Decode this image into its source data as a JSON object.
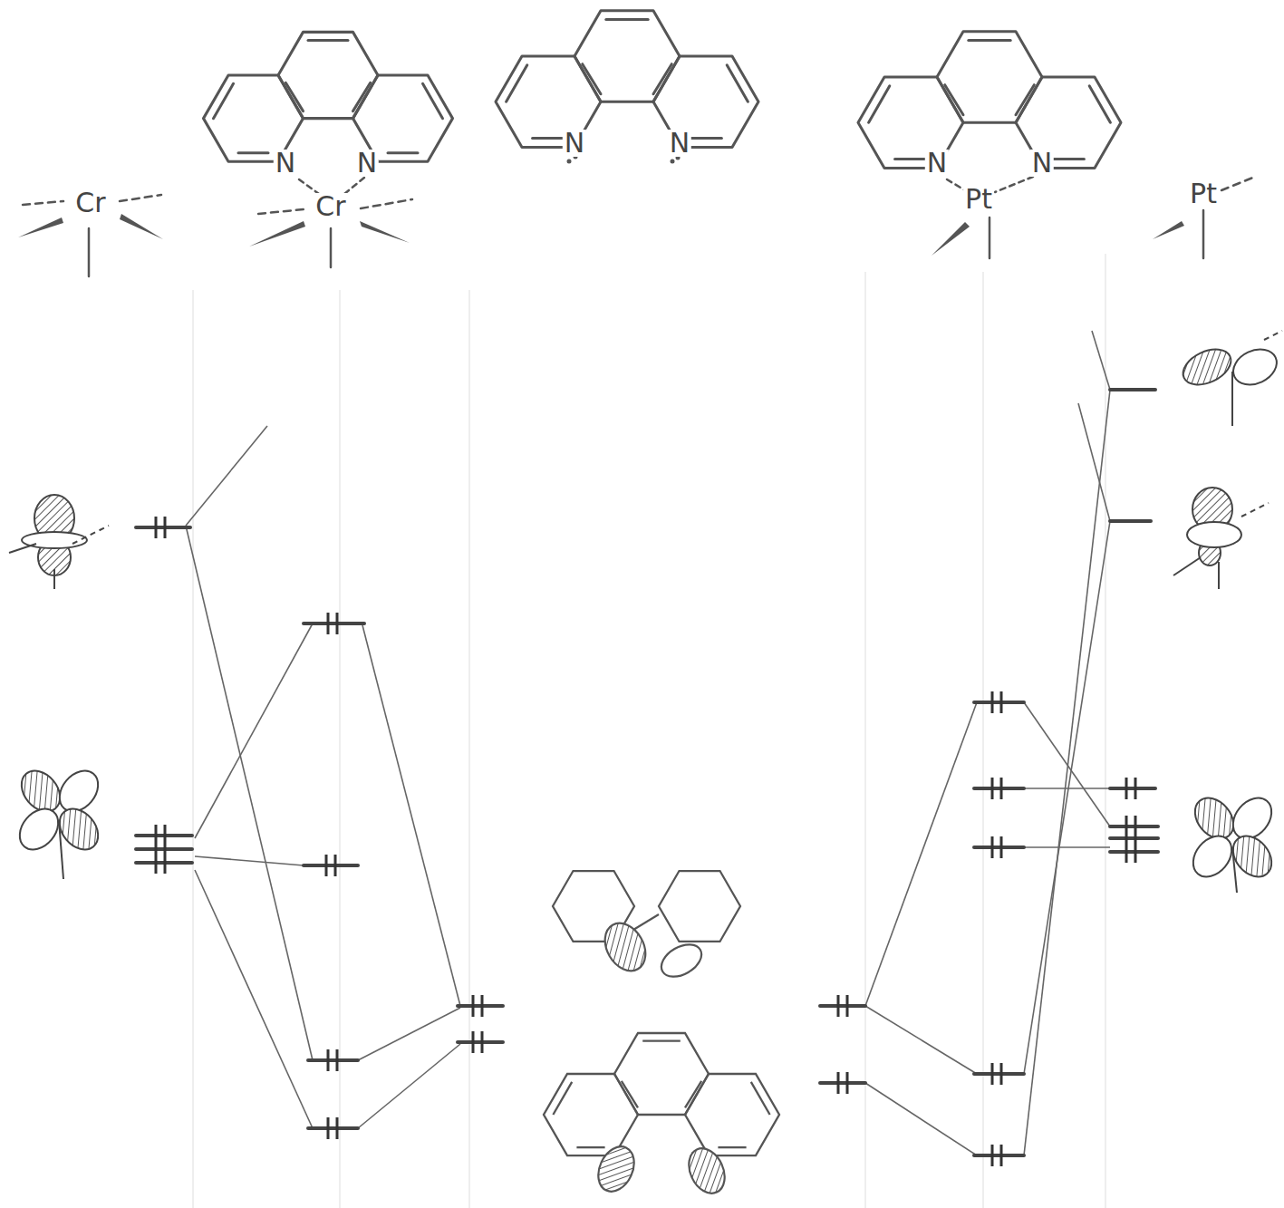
{
  "diagram": {
    "labels": [
      "Cr",
      "N",
      "N",
      "Cr",
      "N",
      "N",
      "N",
      "N",
      "Pt",
      "Pt"
    ]
  }
}
